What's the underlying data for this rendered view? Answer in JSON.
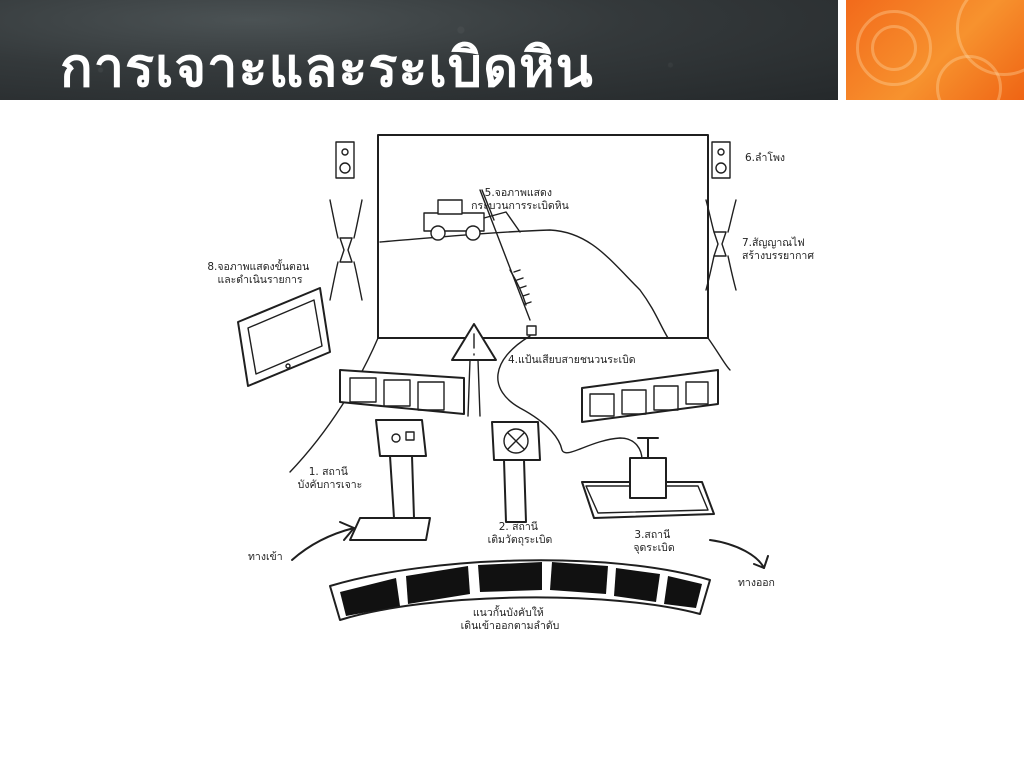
{
  "slide": {
    "title": "การเจาะและระเบิดหิน"
  },
  "diagram": {
    "labels": {
      "speaker": "6.ลำโพง",
      "screen": "5.จอภาพแสดง\nกระบวนการระเบิดหิน",
      "light_signal": "7.สัญญาณไฟ\nสร้างบรรยากาศ",
      "side_monitor": "8.จอภาพแสดงขั้นตอน\nและดำเนินรายการ",
      "plug_target": "4.แป้นเสียบสายชนวนระเบิด",
      "station1": "1. สถานี\nบังคับการเจาะ",
      "station2": "2. สถานี\nเติมวัตถุระเบิด",
      "station3": "3.สถานี\nจุดระเบิด",
      "entrance": "ทางเข้า",
      "exit": "ทางออก",
      "barrier": "แนวกั้นบังคับให้\nเดินเข้าออกตามลำดับ"
    }
  },
  "colors": {
    "header_dark": "#34393b",
    "accent_orange": "#f26a1b",
    "title_text": "#ffffff"
  }
}
